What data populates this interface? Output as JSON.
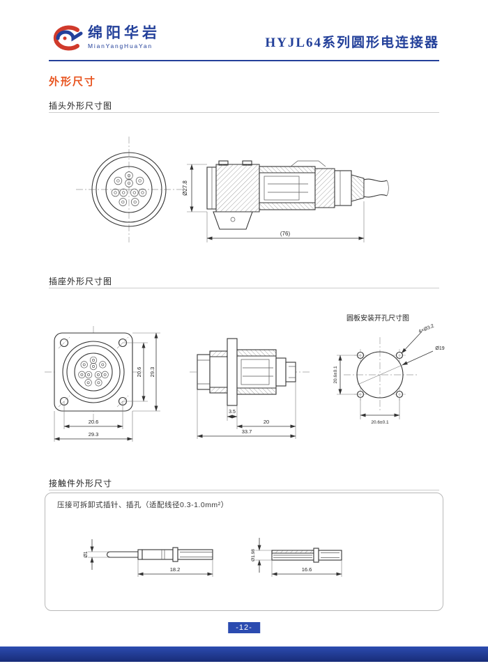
{
  "header": {
    "logo_cn": "绵阳华岩",
    "logo_en": "MianYangHuaYan",
    "title": "HYJL64系列圆形电连接器"
  },
  "sections": {
    "main": "外形尺寸",
    "plug": "插头外形尺寸图",
    "socket": "插座外形尺寸图",
    "contact": "接触件外形尺寸"
  },
  "plug": {
    "dia": "Ø27.8",
    "length": "(76)"
  },
  "socket": {
    "front": {
      "hole_span_v": "20.6",
      "flange_v": "29.3",
      "hole_span_h": "20.6",
      "flange_h": "29.3"
    },
    "side": {
      "flange_thk": "3.5",
      "rear_len": "20",
      "total_len": "33.7"
    },
    "panel": {
      "title": "圆板安装开孔尺寸图",
      "holes": "4×Ø3.2",
      "dia": "Ø19",
      "span_v": "20.6±0.1",
      "span_h": "20.6±0.1"
    }
  },
  "contact": {
    "note": "压接可拆卸式插针、插孔（适配线径0.3-1.0mm²）",
    "pin": {
      "dia": "Ø1",
      "length": "18.2"
    },
    "socket": {
      "dia": "Ø1.98",
      "length": "16.6"
    }
  },
  "footer": {
    "page": "-12-"
  }
}
